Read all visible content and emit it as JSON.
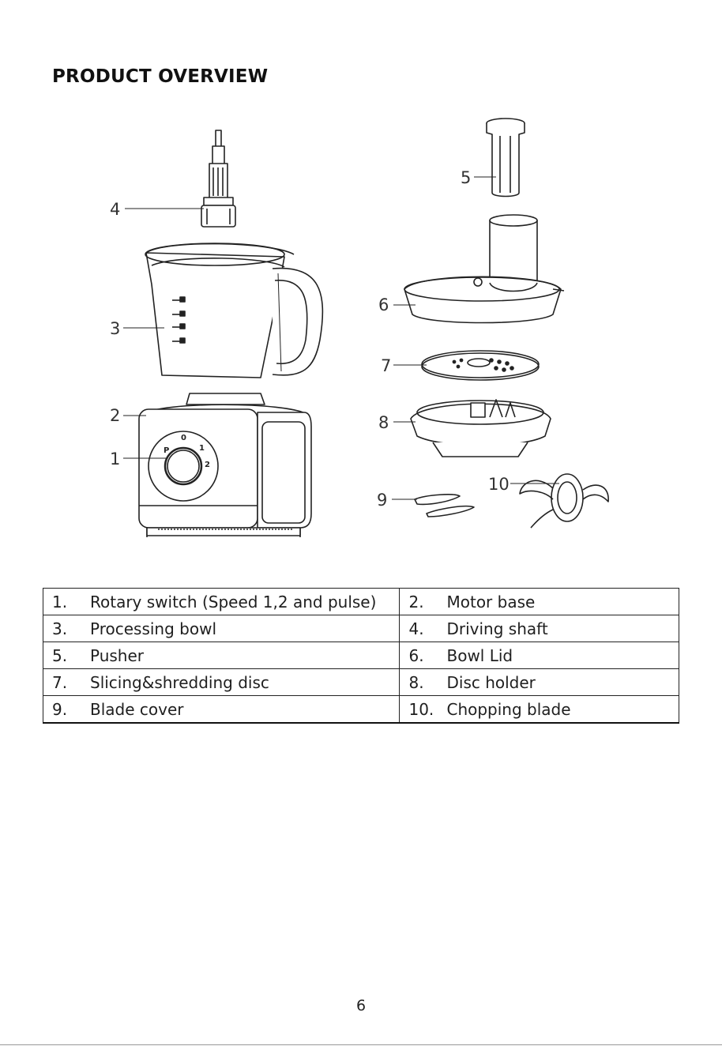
{
  "page": {
    "title": "PRODUCT OVERVIEW",
    "page_number": "6"
  },
  "callouts": {
    "c1": "1",
    "c2": "2",
    "c3": "3",
    "c4": "4",
    "c5": "5",
    "c6": "6",
    "c7": "7",
    "c8": "8",
    "c9": "9",
    "c10": "10"
  },
  "switch_labels": {
    "off": "0",
    "pulse": "P",
    "speed1": "1",
    "speed2": "2"
  },
  "parts_table": [
    [
      {
        "num": "1.",
        "label": "Rotary switch (Speed 1,2 and pulse)"
      },
      {
        "num": "2.",
        "label": "Motor base"
      }
    ],
    [
      {
        "num": "3.",
        "label": "Processing bowl"
      },
      {
        "num": "4.",
        "label": "Driving shaft"
      }
    ],
    [
      {
        "num": "5.",
        "label": "Pusher"
      },
      {
        "num": "6.",
        "label": "Bowl Lid"
      }
    ],
    [
      {
        "num": "7.",
        "label": "Slicing&shredding disc"
      },
      {
        "num": "8.",
        "label": "Disc holder"
      }
    ],
    [
      {
        "num": "9.",
        "label": "Blade cover"
      },
      {
        "num": "10.",
        "label": "Chopping blade"
      }
    ]
  ]
}
